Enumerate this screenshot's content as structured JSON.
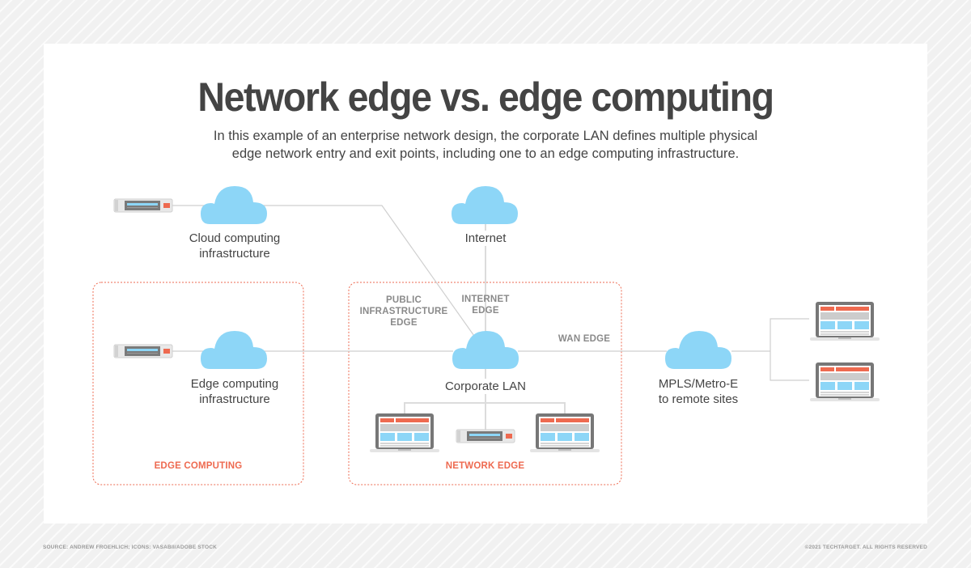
{
  "header": {
    "title": "Network edge vs. edge computing",
    "subtitle_line1": "In this example of an enterprise network design, the corporate LAN defines multiple physical",
    "subtitle_line2": "edge network entry and exit points, including one to an edge computing infrastructure."
  },
  "nodes": {
    "cloud_computing": {
      "line1": "Cloud computing",
      "line2": "infrastructure",
      "icon": "cloud-icon"
    },
    "internet": {
      "label": "Internet",
      "icon": "cloud-icon"
    },
    "edge_computing": {
      "line1": "Edge computing",
      "line2": "infrastructure",
      "icon": "cloud-icon"
    },
    "corporate_lan": {
      "label": "Corporate LAN",
      "icon": "cloud-icon"
    },
    "mpls": {
      "line1": "MPLS/Metro-E",
      "line2": "to remote sites",
      "icon": "cloud-icon"
    }
  },
  "edge_labels": {
    "public_infrastructure": {
      "line1": "PUBLIC",
      "line2": "INFRASTRUCTURE",
      "line3": "EDGE"
    },
    "internet": {
      "line1": "INTERNET",
      "line2": "EDGE"
    },
    "wan": "WAN EDGE"
  },
  "zones": {
    "edge_computing": "EDGE COMPUTING",
    "network_edge": "NETWORK EDGE"
  },
  "colors": {
    "cloud": "#8dd6f7",
    "accent": "#ee6a50",
    "line": "#cfcfcf",
    "text": "#444444",
    "edge_label": "#8a8a8a"
  },
  "footer": {
    "source": "SOURCE: ANDREW FROEHLICH; ICONS: VASABII/ADOBE STOCK",
    "copyright": "©2021 TECHTARGET. ALL RIGHTS RESERVED"
  }
}
